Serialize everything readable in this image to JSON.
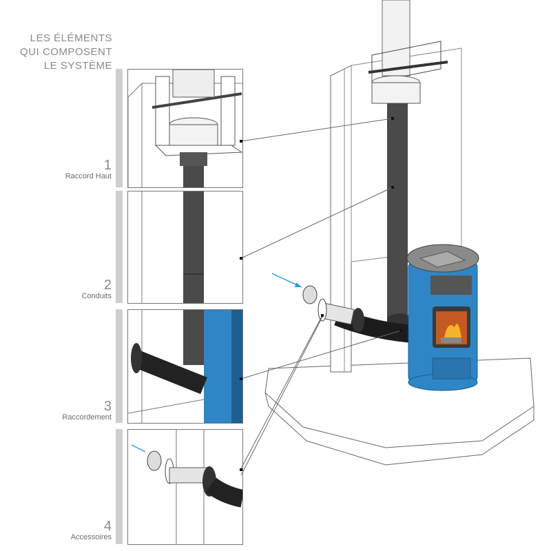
{
  "title": {
    "lines": [
      "LES ÉLÉMENTS",
      "QUI COMPOSENT",
      "LE SYSTÈME"
    ]
  },
  "sections": [
    {
      "number": "1",
      "label": "Raccord Haut"
    },
    {
      "number": "2",
      "label": "Conduits"
    },
    {
      "number": "3",
      "label": "Raccordement"
    },
    {
      "number": "4",
      "label": "Accessoires"
    }
  ],
  "colors": {
    "stove_blue": "#2f86c6",
    "pipe": "#4a4a4a",
    "arrow": "#2b9ad8",
    "bar": "#cfcfcf"
  }
}
